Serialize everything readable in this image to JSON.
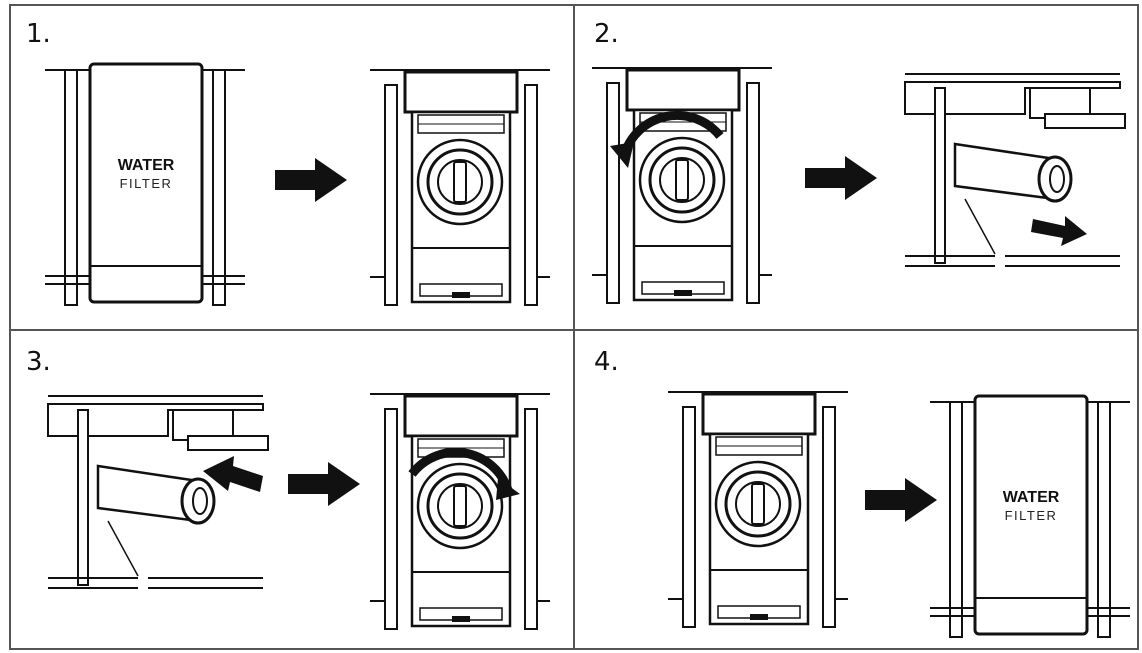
{
  "steps": [
    {
      "number": "1."
    },
    {
      "number": "2."
    },
    {
      "number": "3."
    },
    {
      "number": "4."
    }
  ],
  "filter_cover": {
    "brand_line1": "WATER",
    "brand_line2": "FILTER"
  },
  "colors": {
    "ink": "#111111",
    "panel_border": "#555555",
    "background": "#ffffff"
  }
}
